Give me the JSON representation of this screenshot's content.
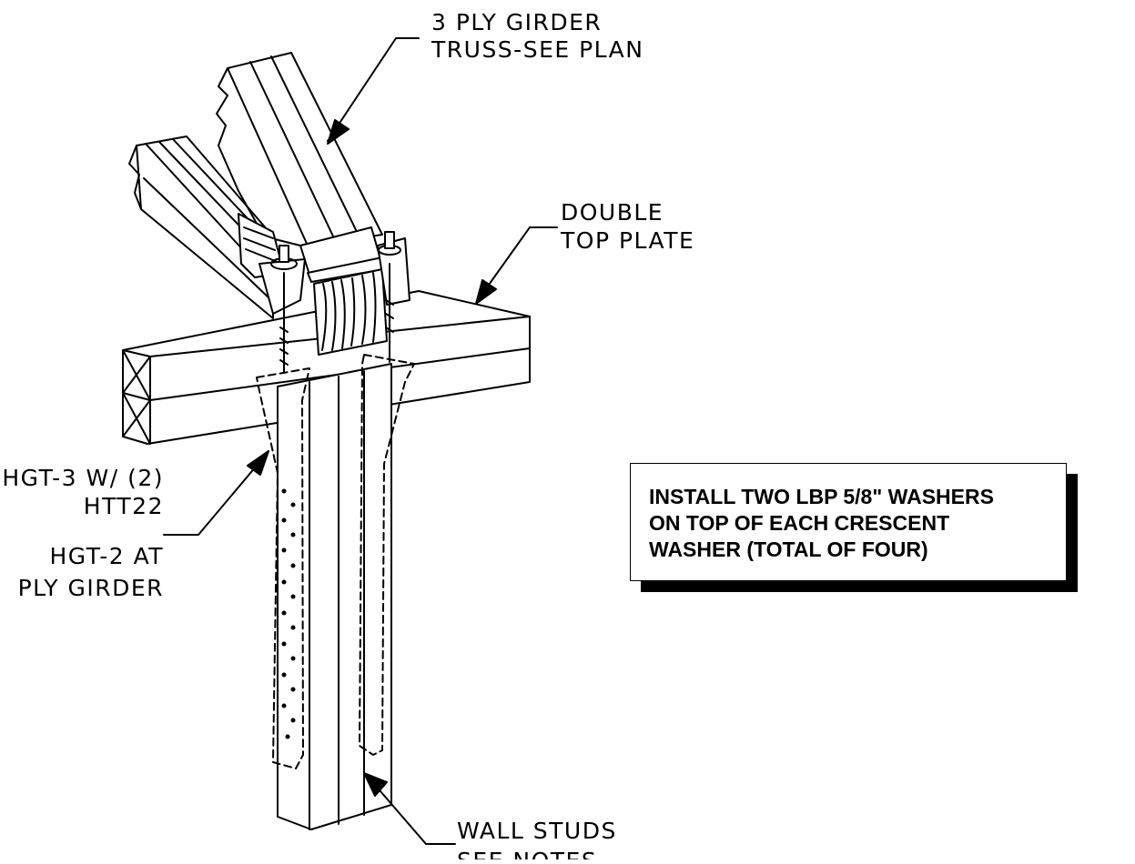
{
  "labels": {
    "girder_line1": "3 PLY GIRDER",
    "girder_line2": "TRUSS-SEE PLAN",
    "plate_line1": "DOUBLE",
    "plate_line2": "TOP PLATE",
    "hgt3_line1": "HGT-3 W/ (2)",
    "hgt3_line2": "HTT22",
    "hgt2_line1": "HGT-2 AT",
    "hgt2_line2": "PLY GIRDER",
    "studs_line1": "WALL STUDS",
    "studs_line2": "SEE NOTES"
  },
  "note": {
    "text": "INSTALL TWO LBP 5/8\" WASHERS\nON TOP OF EACH CRESCENT\nWASHER (TOTAL OF FOUR)"
  }
}
